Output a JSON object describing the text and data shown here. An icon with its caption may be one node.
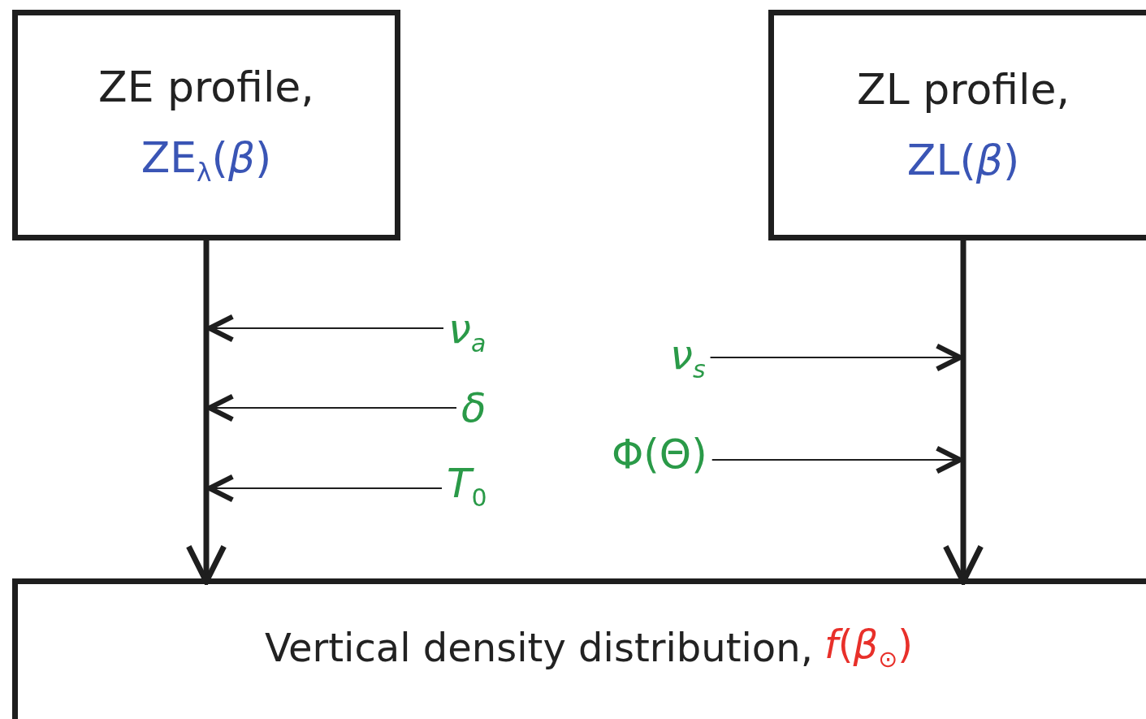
{
  "diagram": {
    "nodes": [
      {
        "text": [
          "ZE profile,",
          "ZE$_{λ}$(*β*)"
        ]
      },
      {
        "text": [
          "ZL profile,",
          "ZL(*β*)"
        ]
      },
      {
        "text": [
          "Vertical density distribution,",
          "*f*(*β*$_{⊙}$)"
        ]
      },
      {
        "text": [
          "ν$_{a}$"
        ]
      },
      {
        "text": [
          "*δ*"
        ]
      },
      {
        "text": [
          "*T*$_{0}$"
        ]
      },
      {
        "text": [
          "ν$_{s}$"
        ]
      },
      {
        "text": [
          "Φ(Θ)"
        ]
      }
    ],
    "edges": [
      {
        "from": 0,
        "to": 2,
        "arrow": "to",
        "style": "thick"
      },
      {
        "from": 1,
        "to": 2,
        "arrow": "to",
        "style": "thick"
      },
      {
        "from": 3,
        "to": null,
        "arrow": "to"
      },
      {
        "from": 4,
        "to": null,
        "arrow": "to"
      },
      {
        "from": 5,
        "to": null,
        "arrow": "to"
      },
      {
        "from": 6,
        "to": null,
        "arrow": "to"
      },
      {
        "from": 7,
        "to": null,
        "arrow": "to"
      }
    ]
  }
}
